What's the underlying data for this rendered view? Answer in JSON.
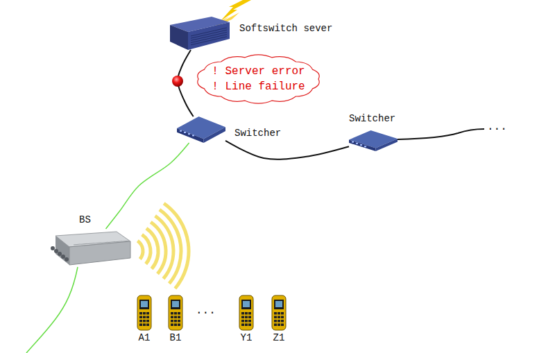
{
  "diagram": {
    "nodes": [
      {
        "text": [
          "Softswitch sever"
        ]
      },
      {
        "text": [
          "! Server error",
          "! Line failure"
        ]
      },
      {
        "text": [
          "Switcher"
        ]
      },
      {
        "text": [
          "Switcher"
        ]
      },
      {
        "text": [
          "BS"
        ]
      },
      {
        "text": [
          "A1"
        ]
      },
      {
        "text": [
          "B1"
        ]
      },
      {
        "text": [
          "Y1"
        ]
      },
      {
        "text": [
          "Z1"
        ]
      }
    ],
    "edges": [
      {
        "from": 0,
        "to": 2,
        "arrow": "none"
      },
      {
        "from": 2,
        "to": 3,
        "arrow": "none"
      },
      {
        "from": 2,
        "to": 4,
        "arrow": "none"
      }
    ],
    "labels": [
      "...",
      "..."
    ]
  }
}
